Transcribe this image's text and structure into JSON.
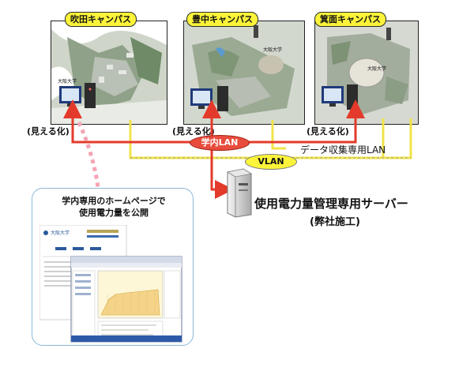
{
  "campuses": [
    {
      "name": "吹田キャンパス",
      "caption": "(見える化)",
      "university": "大阪大学"
    },
    {
      "name": "豊中キャンパス",
      "caption": "(見える化)",
      "university": "大阪大学"
    },
    {
      "name": "箕面キャンパス",
      "caption": "(見える化)",
      "university": "大阪大学"
    }
  ],
  "network": {
    "campus_lan": "学内LAN",
    "vlan": "VLAN",
    "data_lan": "データ収集専用LAN"
  },
  "server": {
    "name": "使用電力量管理専用サーバー",
    "installer": "(弊社施工)"
  },
  "website": {
    "caption_line1": "学内専用のホームページで",
    "caption_line2": "使用電力量を公開",
    "site_name": "大阪大学"
  },
  "colors": {
    "campus_lan_line": "#e33a2b",
    "vlan_line": "#f0e34a",
    "label_fill": "#fbf43a",
    "web_border": "#8ab8d8",
    "dotted_link": "#f3a4b4"
  }
}
